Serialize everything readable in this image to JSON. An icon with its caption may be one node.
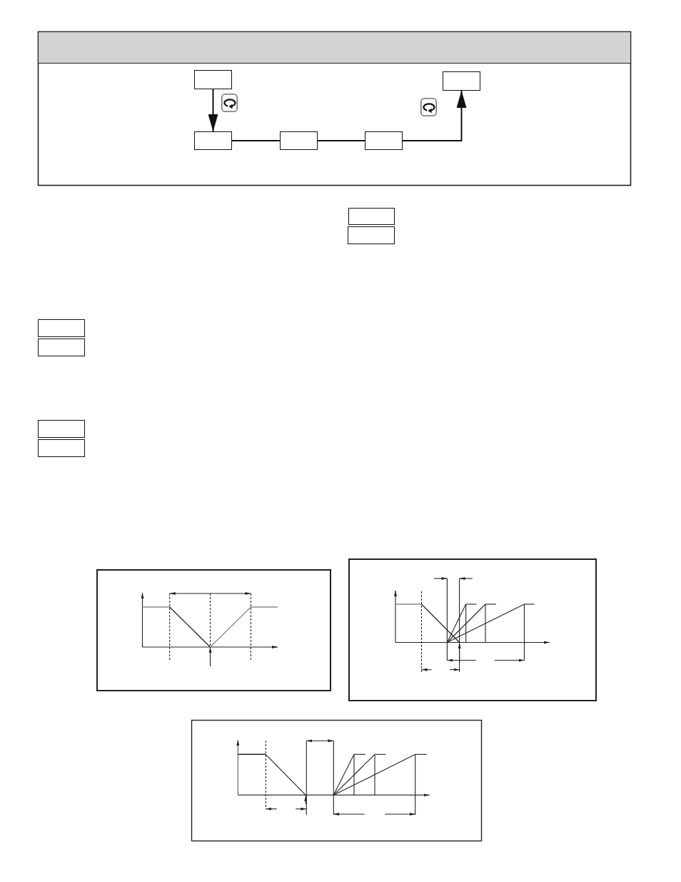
{
  "diagram": {
    "nodes": [
      {
        "text": [],
        "shape": "box"
      },
      {
        "text": [],
        "shape": "box"
      },
      {
        "text": [],
        "shape": "box"
      },
      {
        "text": [],
        "shape": "box"
      },
      {
        "text": [],
        "shape": "box"
      },
      {
        "text": [],
        "shape": "box"
      },
      {
        "text": [],
        "shape": "box"
      },
      {
        "text": [],
        "shape": "box"
      },
      {
        "text": [],
        "shape": "box"
      },
      {
        "text": [],
        "shape": "box"
      },
      {
        "text": [],
        "shape": "box"
      }
    ],
    "edges": [
      {
        "from": 0,
        "to": 2,
        "arrow": "to"
      },
      {
        "from": 2,
        "to": 3,
        "arrow": "none"
      },
      {
        "from": 3,
        "to": 4,
        "arrow": "none"
      },
      {
        "from": 4,
        "to": 1,
        "arrow": "to"
      }
    ]
  }
}
